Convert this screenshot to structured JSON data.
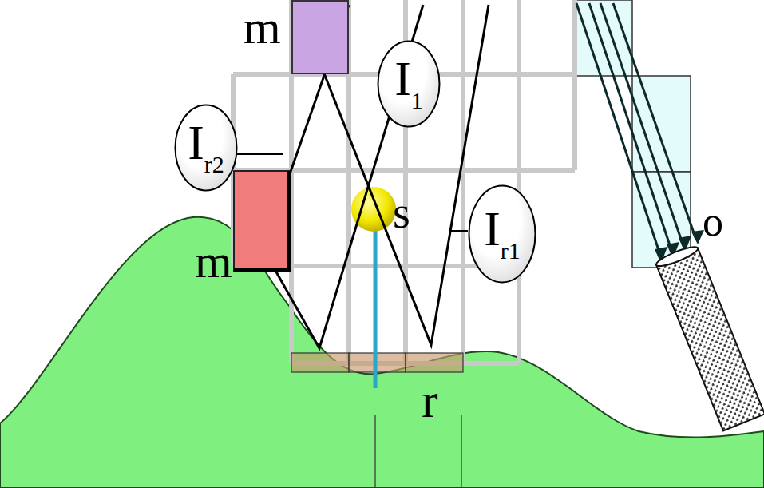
{
  "diagram": {
    "nodes": [
      {
        "text": [
          "m"
        ]
      },
      {
        "text": [
          "I",
          "1"
        ]
      },
      {
        "text": [
          "I",
          "r2"
        ]
      },
      {
        "text": [
          "m"
        ]
      },
      {
        "text": [
          "I",
          "r1"
        ]
      }
    ],
    "labels": [
      "s",
      "r",
      "o"
    ]
  }
}
